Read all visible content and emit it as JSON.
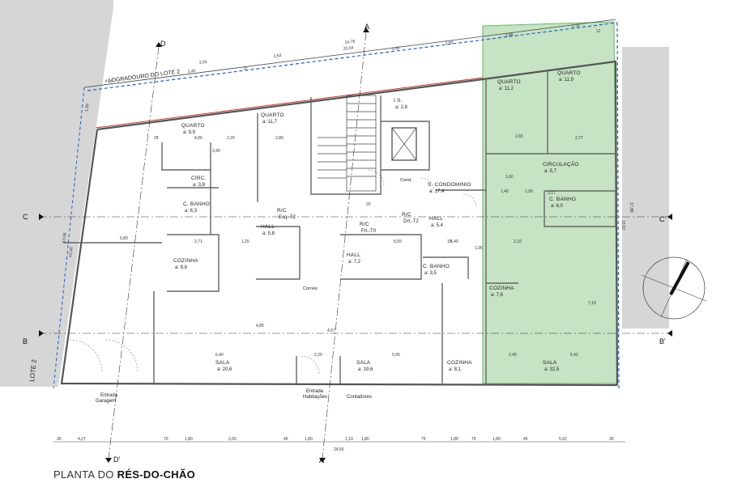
{
  "title": {
    "prefix": "PLANTA DO ",
    "bold": "RÉS-DO-CHÃO"
  },
  "colors": {
    "highlight_fill": "#c6e3c3",
    "highlight_stroke": "#6bb36b",
    "red_line": "#c0392b",
    "blue_dash": "#1f5fd6",
    "wall": "#555555",
    "plot_gray": "#d6d6d6"
  },
  "labels": {
    "lote_top": "LOGRADOURO DO LOTE 2",
    "lote_left": "LOTE 2",
    "entrada_garagem": [
      "Entrada",
      "Garagem"
    ],
    "entrada_habitacoes": [
      "Entrada",
      "Habitações"
    ],
    "contadores": "Contadores",
    "correio": "Correio",
    "cond": "Cond."
  },
  "sections": {
    "a": "A",
    "a_prime": "A'",
    "b": "B",
    "b_prime": "B'",
    "c": "C",
    "c_prime": "C'",
    "d": "D",
    "d_prime": "D'"
  },
  "rooms": [
    {
      "id": "quarto-1",
      "name": "QUARTO",
      "area": "a: 9,9"
    },
    {
      "id": "quarto-2",
      "name": "QUARTO",
      "area": "a: 11,7"
    },
    {
      "id": "is",
      "name": "I.S.",
      "area": "a: 2,6"
    },
    {
      "id": "circ-left",
      "name": "CIRC.",
      "area": "a: 3,8"
    },
    {
      "id": "banho-left",
      "name": "C. BANHO",
      "area": "a: 6,3"
    },
    {
      "id": "hall-left",
      "name": "HALL",
      "area": "a: 5,8"
    },
    {
      "id": "rc-esq",
      "name": "R/C",
      "area": "Esq.-T2"
    },
    {
      "id": "rc-frt",
      "name": "R/C",
      "area": "Frt.-T0"
    },
    {
      "id": "rc-drt",
      "name": "R/C",
      "area": "Drt.-T2"
    },
    {
      "id": "cozinha-left",
      "name": "COZINHA",
      "area": "a: 8,8"
    },
    {
      "id": "hall-mid",
      "name": "HALL",
      "area": "a: 7,2"
    },
    {
      "id": "condominio",
      "name": "S. CONDOMINIO",
      "area": "a: 17,4"
    },
    {
      "id": "hall-right",
      "name": "HALL",
      "area": "a: 5,4"
    },
    {
      "id": "banho-mid",
      "name": "C. BANHO",
      "area": "a: 3,5"
    },
    {
      "id": "sala-left",
      "name": "SALA",
      "area": "a: 20,6"
    },
    {
      "id": "sala-mid",
      "name": "SALA",
      "area": "a: 19,6"
    },
    {
      "id": "cozinha-mid",
      "name": "COZINHA",
      "area": "a: 8,1"
    },
    {
      "id": "quarto-3",
      "name": "QUARTO",
      "area": "a: 11,2"
    },
    {
      "id": "quarto-4",
      "name": "QUARTO",
      "area": "a: 11,9"
    },
    {
      "id": "circulacao",
      "name": "CIRCULAÇÃO",
      "area": "a: 5,7"
    },
    {
      "id": "banho-right",
      "name": "C. BANHO",
      "area": "a: 6,0"
    },
    {
      "id": "cozinha-right",
      "name": "COZINHA",
      "area": "a: 7,6"
    },
    {
      "id": "sala-right",
      "name": "SALA",
      "area": "a: 32,5"
    }
  ],
  "dimensions": {
    "top": [
      "24,78",
      "25,04",
      "3,55",
      "2,63",
      "3,45",
      "4,04",
      "1,92",
      "2,93",
      "2,86",
      "2,74",
      "12",
      "15"
    ],
    "bottom": [
      "30",
      "4,27",
      "70",
      "1,80",
      "2,65",
      "45",
      "1,80",
      "1,19",
      "1,80",
      "75",
      "1,80",
      "75",
      "1,80",
      "45",
      "5,62",
      "30"
    ],
    "bottom_total": "24,50",
    "left": [
      "1,56",
      "13,96",
      "12,40"
    ],
    "right": [
      "17,88",
      "13,57"
    ],
    "interior": [
      "4,00",
      "2,80",
      "3,45",
      "2,20",
      "5,80",
      "6,40",
      "2,20",
      "5,95",
      "5,55",
      "2,10",
      "2,71",
      "1,60",
      "1,90",
      "3,17",
      "2,65",
      "2,77",
      "1,40",
      "5,40",
      "1,25",
      "7,10",
      "4,85",
      "4,57",
      "1,95",
      "28",
      "20",
      "15",
      "2,40",
      "5,42"
    ]
  }
}
